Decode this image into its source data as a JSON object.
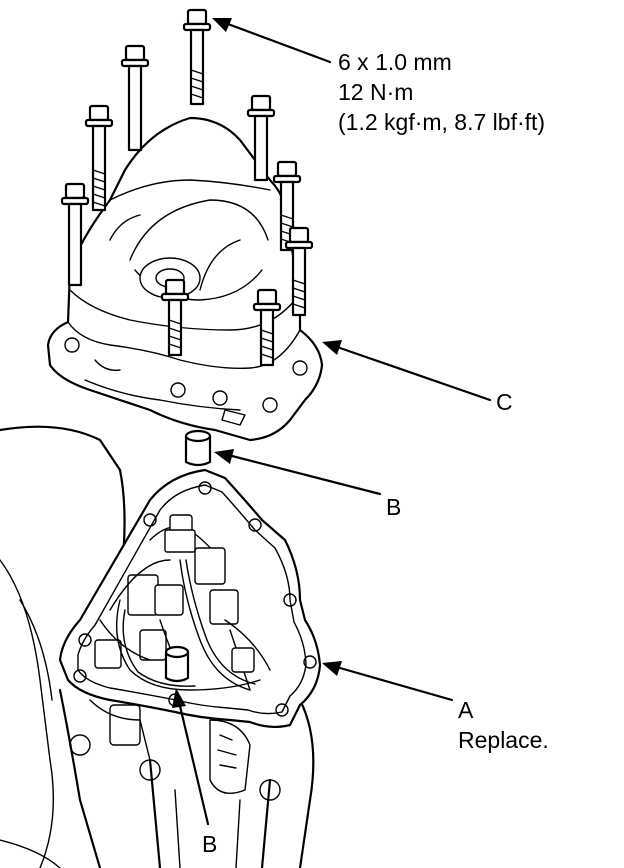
{
  "callouts": {
    "bolt_size": "6 x 1.0 mm",
    "torque_nm": "12 N·m",
    "torque_alt": "(1.2 kgf·m, 8.7 lbf·ft)",
    "label_c": "C",
    "label_b_upper": "B",
    "label_a": "A",
    "label_a_note": "Replace.",
    "label_b_lower": "B"
  },
  "colors": {
    "line": "#000000",
    "background": "#ffffff"
  }
}
